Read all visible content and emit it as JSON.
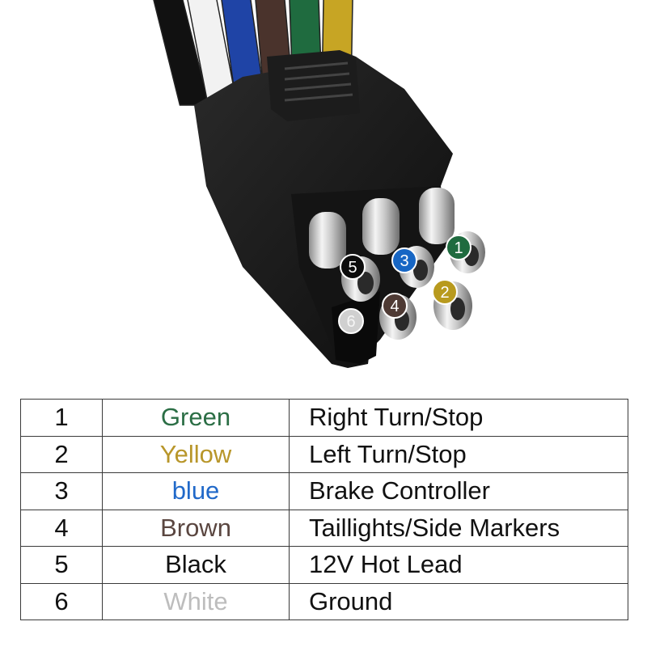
{
  "illustration": {
    "pin_badges": [
      {
        "number": "1",
        "color": "#1f6b3f"
      },
      {
        "number": "2",
        "color": "#b89a1e"
      },
      {
        "number": "3",
        "color": "#1766c4"
      },
      {
        "number": "4",
        "color": "#4e3a34"
      },
      {
        "number": "5",
        "color": "#0c0c0c"
      },
      {
        "number": "6",
        "color": "#d0d0d0"
      }
    ],
    "wire_colors": [
      "#111111",
      "#f2f2f2",
      "#1f44a6",
      "#4a332c",
      "#1f6b3f",
      "#c7a524"
    ]
  },
  "table": {
    "rows": [
      {
        "number": "1",
        "color_name": "Green",
        "color": "#2b6e45",
        "function": "Right Turn/Stop"
      },
      {
        "number": "2",
        "color_name": "Yellow",
        "color": "#b8962a",
        "function": "Left Turn/Stop"
      },
      {
        "number": "3",
        "color_name": "blue",
        "color": "#2169c9",
        "function": "Brake Controller"
      },
      {
        "number": "4",
        "color_name": "Brown",
        "color": "#5a4640",
        "function": "Taillights/Side Markers"
      },
      {
        "number": "5",
        "color_name": "Black",
        "color": "#111111",
        "function": "12V Hot Lead"
      },
      {
        "number": "6",
        "color_name": "White",
        "color": "#bdbdbd",
        "function": "Ground"
      }
    ]
  }
}
